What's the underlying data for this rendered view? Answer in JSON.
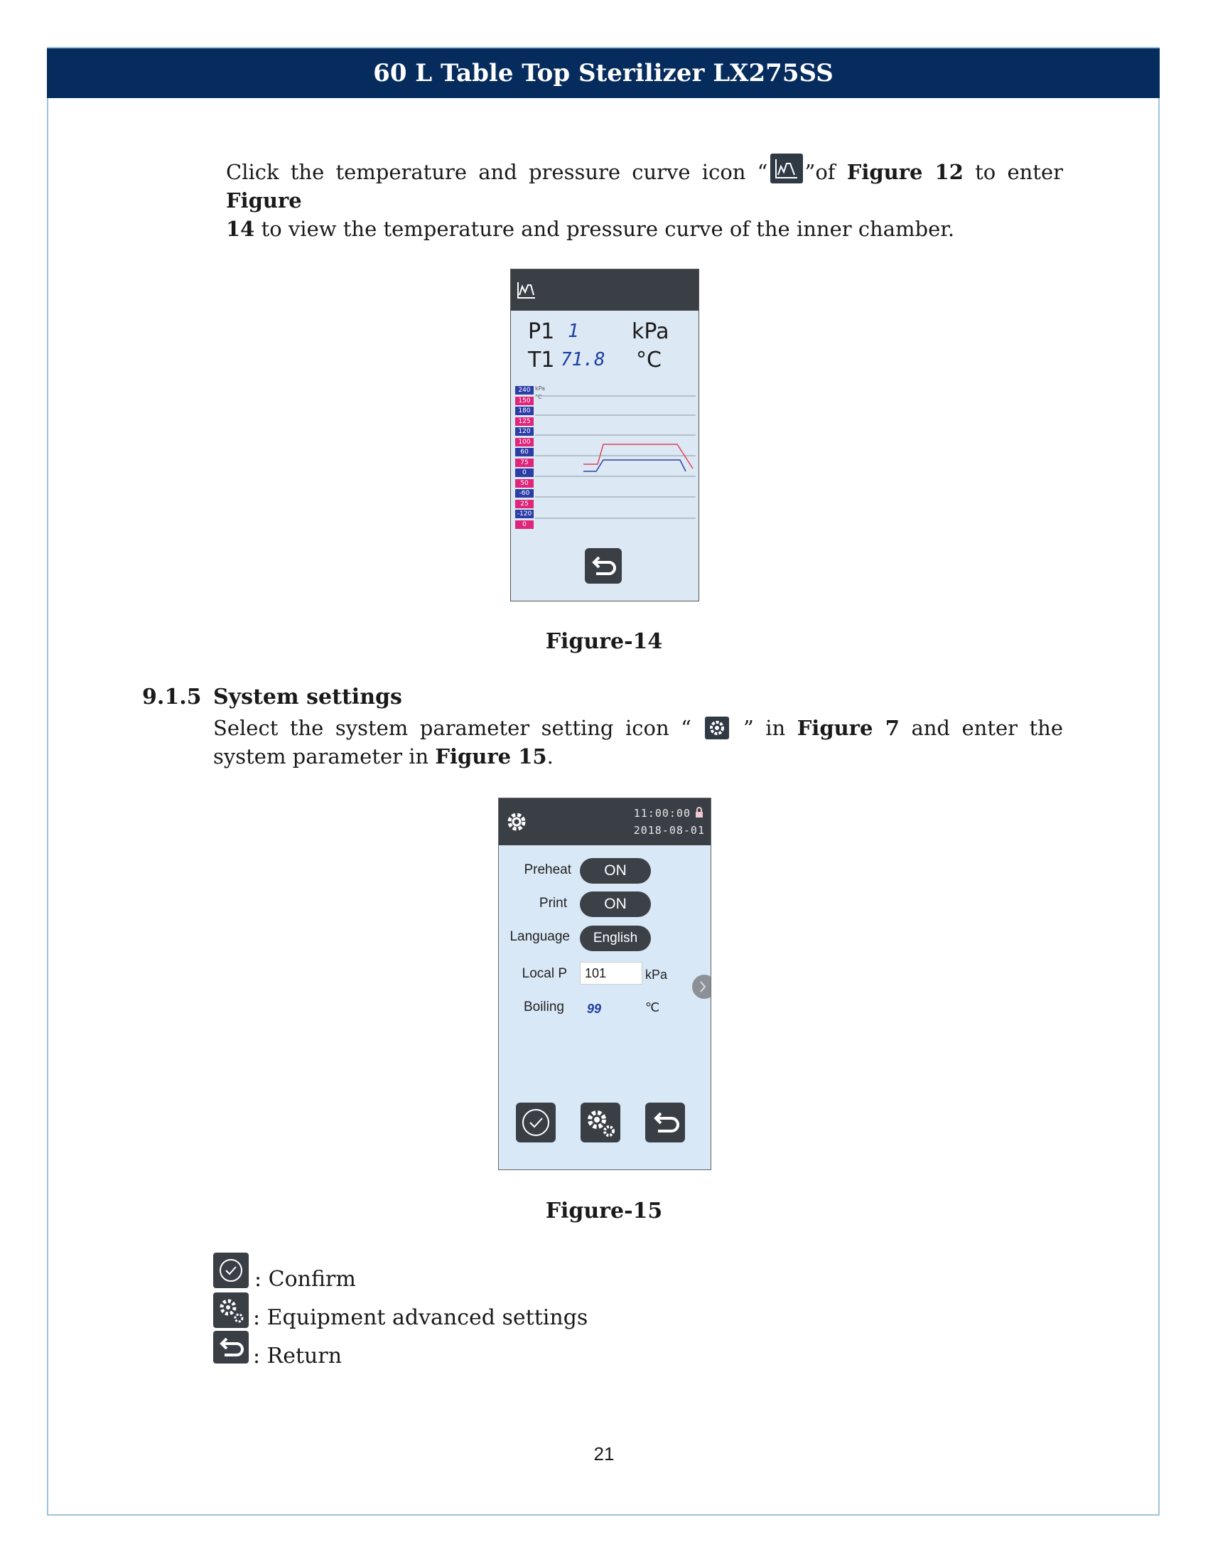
{
  "header": {
    "title": "60 L Table Top Sterilizer LX275SS"
  },
  "intro": {
    "t1": "Click the temperature and pressure curve icon “",
    "t2": "”of ",
    "t3": "Figure 12",
    "t4": " to enter ",
    "t5": "Figure",
    "t6": "14",
    "t7": " to view the temperature and pressure curve of the inner chamber."
  },
  "figure14": {
    "caption": "Figure-14",
    "p_label": "P1",
    "p_value": "1",
    "p_unit": "kPa",
    "t_label": "T1",
    "t_value": "71.8",
    "t_unit": "°C",
    "tick_labels": [
      {
        "text": "240",
        "color": "blue"
      },
      {
        "text": "150",
        "color": "pink"
      },
      {
        "text": "180",
        "color": "blue"
      },
      {
        "text": "125",
        "color": "pink"
      },
      {
        "text": "120",
        "color": "blue"
      },
      {
        "text": "100",
        "color": "pink"
      },
      {
        "text": "60",
        "color": "blue"
      },
      {
        "text": "75",
        "color": "pink"
      },
      {
        "text": "0",
        "color": "blue"
      },
      {
        "text": "50",
        "color": "pink"
      },
      {
        "text": "-60",
        "color": "blue"
      },
      {
        "text": "25",
        "color": "pink"
      },
      {
        "text": "-120",
        "color": "blue"
      },
      {
        "text": "0",
        "color": "pink"
      }
    ],
    "axis_unit_p": "kPa",
    "axis_unit_t": "°C"
  },
  "section": {
    "number": "9.1.5",
    "title": "System settings",
    "t1": "Select the system parameter setting icon “ ",
    "t2": " ” in ",
    "t3": "Figure 7",
    "t4": " and enter the system parameter in ",
    "t5": "Figure 15",
    "t6": "."
  },
  "figure15": {
    "caption": "Figure-15",
    "time": "11:00:00",
    "date": "2018-08-01",
    "preheat_label": "Preheat",
    "preheat_value": "ON",
    "print_label": "Print",
    "print_value": "ON",
    "language_label": "Language",
    "language_value": "English",
    "localp_label": "Local P",
    "localp_value": "101",
    "localp_unit": "kPa",
    "boiling_label": "Boiling",
    "boiling_value": "99",
    "boiling_unit": "℃"
  },
  "legend": {
    "confirm": ": Confirm",
    "advanced": ": Equipment advanced settings",
    "return": ": Return"
  },
  "page_number": "21",
  "colors": {
    "header_bg": "#052c5c",
    "screen_bg": "#dce9f5",
    "screen_bar": "#3a3f46"
  }
}
